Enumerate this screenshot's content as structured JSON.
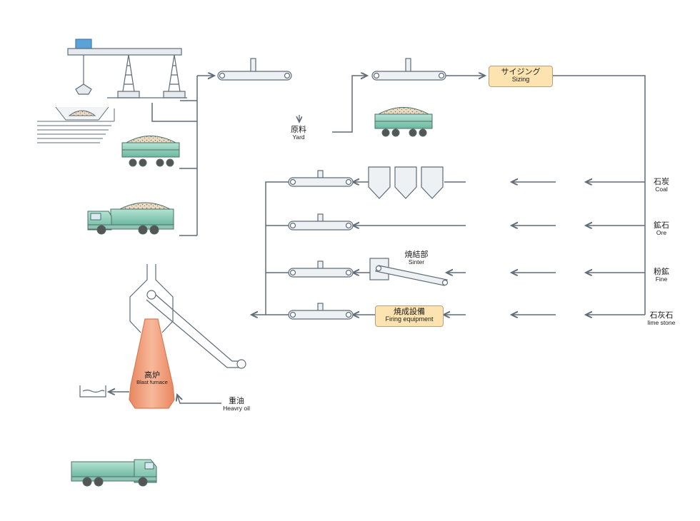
{
  "labels": {
    "yard": {
      "jp": "原料",
      "en": "Yard"
    },
    "sizing": {
      "jp": "サイジング",
      "en": "Sizing"
    },
    "coal": {
      "jp": "石炭",
      "en": "Coal"
    },
    "ore": {
      "jp": "鉱石",
      "en": "Ore"
    },
    "fine": {
      "jp": "粉鉱",
      "en": "Fine"
    },
    "limestone": {
      "jp": "石灰石",
      "en": "lime stone"
    },
    "sinter": {
      "jp": "焼結部",
      "en": "Sinter"
    },
    "firing": {
      "jp": "焼成設備",
      "en": "Firing equipment"
    },
    "furnace": {
      "jp": "高炉",
      "en": "Blast furnace"
    },
    "heavy_oil": {
      "jp": "重油",
      "en": "Heavry oil"
    }
  },
  "colors": {
    "line": "#5e6b78",
    "truck_green": "#7fc8b2",
    "furnace_orange": "#f0a07e",
    "box_fill": "#fde3b0"
  }
}
